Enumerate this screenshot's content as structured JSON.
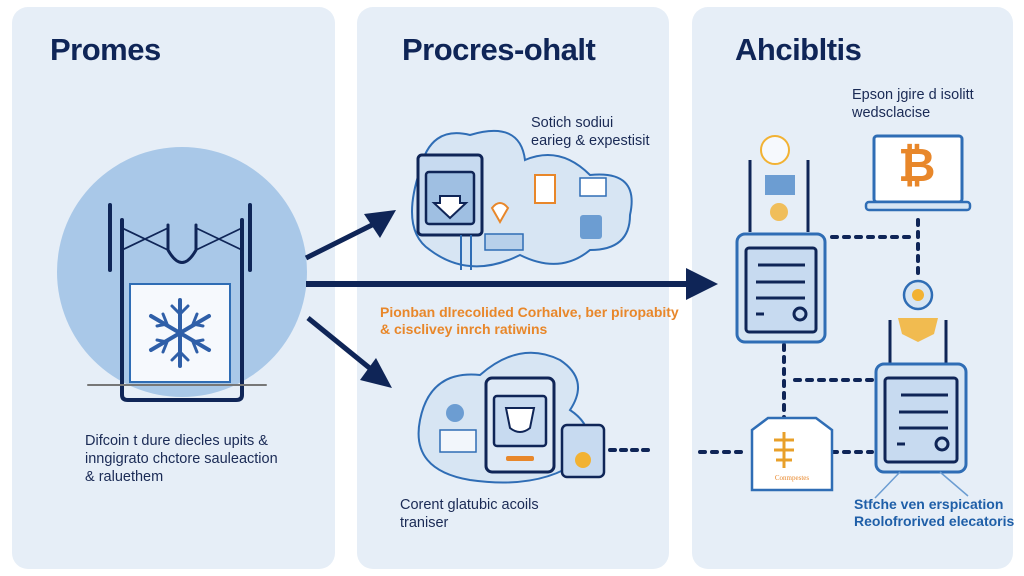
{
  "panels": [
    {
      "id": "left",
      "title": "Promes",
      "caption_lines": [
        "Difcoin t dure diecles upits &",
        "inngigrato chctore sauleaction",
        "& raluethem"
      ]
    },
    {
      "id": "middle",
      "title": "Procres-ohalt",
      "top_caption_lines": [
        "Sotich sodiui",
        "earieg & expestisit"
      ],
      "center_caption_lines": [
        "Pionban dlrecolided Corhalve, ber piropabity",
        "& cisclivey inrch ratiwins"
      ],
      "bottom_caption_lines": [
        "Corent glatubic acoils",
        "traniser"
      ]
    },
    {
      "id": "right",
      "title": "Ahcibltis",
      "top_caption_lines": [
        "Epson jgire d isolitt",
        "wedsclacise"
      ],
      "badge_label": "Conmpestes",
      "bottom_caption_lines": [
        "Stfche ven erspication",
        "Reolofrorived elecatoris"
      ]
    }
  ],
  "icons": {
    "freezer": "snowflake-icon",
    "bitcoin": "bitcoin-icon",
    "bitcoin_glyph": "₿"
  },
  "colors": {
    "panel_bg": "#e6eef7",
    "navy": "#0f2557",
    "accent_blue": "#2f6db5",
    "light_blue": "#a9c8e8",
    "orange": "#e8872a"
  }
}
